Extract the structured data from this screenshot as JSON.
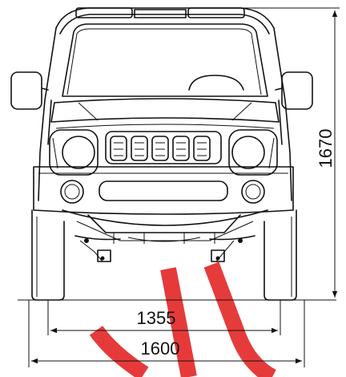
{
  "dimensions": {
    "height": "1670",
    "track": "1355",
    "overall_width": "1600"
  },
  "colors": {
    "line": "#111111",
    "background": "#ffffff",
    "watermark": "#e53030"
  },
  "icons": {
    "dimension_arrow": "arrowhead"
  }
}
